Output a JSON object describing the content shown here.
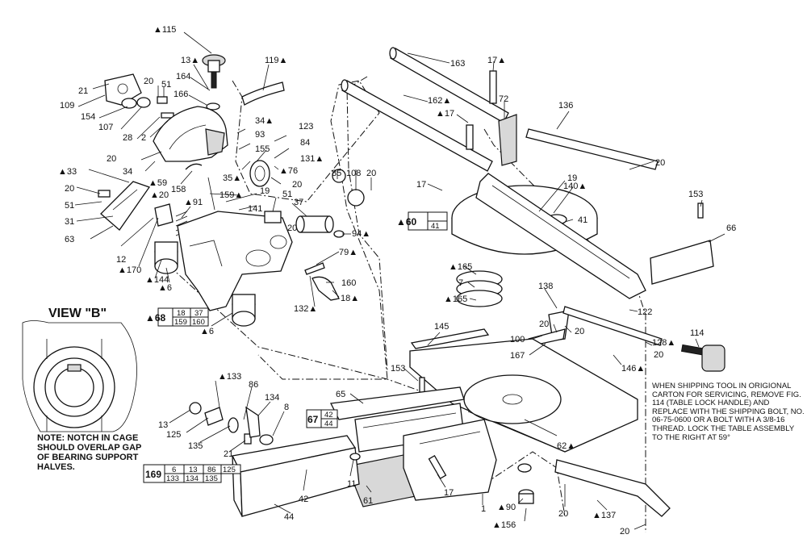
{
  "labels": {
    "l115": "▲115",
    "l13a": "13▲",
    "l164": "164",
    "l166": "166",
    "l21a": "21",
    "l109": "109",
    "l20a": "20",
    "l51a": "51",
    "l154": "154",
    "l107": "107",
    "l28": "28",
    "l2": "2",
    "l20b": "20",
    "l119": "119▲",
    "l34a": "34▲",
    "l93": "93",
    "l123": "123",
    "l84": "84",
    "l155": "155",
    "l131": "131▲",
    "l76": "▲76",
    "l35": "35▲",
    "l20c": "20",
    "l34b": "34",
    "l59": "▲59",
    "l158": "158",
    "l33": "▲33",
    "l20d": "20",
    "l20e": "▲20",
    "l51b": "51",
    "l91": "▲91",
    "l159": "159▲",
    "l19a": "19",
    "l141": "141",
    "l51c": "51",
    "l37": "37",
    "l31": "31",
    "l20f": "20",
    "l63": "63",
    "l85": "85",
    "l108": "108",
    "l20g": "20",
    "l94": "94▲",
    "l12": "12",
    "l170": "▲170",
    "l144": "▲144",
    "l6a": "▲6",
    "l6b": "▲6",
    "l79": "79▲",
    "l160": "160",
    "l132": "132▲",
    "l18": "18▲",
    "l163": "163",
    "l17a": "17▲",
    "l162": "162▲",
    "l72": "72",
    "l17b": "▲17",
    "l136": "136",
    "l20h": "20",
    "l17c": "17",
    "l19b": "19",
    "l140": "140▲",
    "l41": "41",
    "l153a": "153",
    "l66": "66",
    "l165a": "▲165",
    "l7": "7",
    "l165b": "▲165",
    "l138": "138",
    "l122": "122",
    "l20i": "20",
    "l20j": "20",
    "l100": "100",
    "l114": "114",
    "l128": "128▲",
    "l20k": "20",
    "l167": "167",
    "l145": "145",
    "l146": "146▲",
    "l153b": "153",
    "l65": "65",
    "l62": "62▲",
    "l133": "▲133",
    "l86": "86",
    "l134": "134",
    "l13b": "13",
    "l125": "125",
    "l8": "8",
    "l135": "135",
    "l21b": "21",
    "l11": "11",
    "l42": "42",
    "l44": "44",
    "l61": "61",
    "l17d": "17",
    "l1": "1",
    "l90": "▲90",
    "l156": "▲156",
    "l20l": "20",
    "l137": "▲137",
    "l20m": "20"
  },
  "boxes": {
    "b60": {
      "main": "▲60",
      "sub": "41"
    },
    "b68": {
      "main": "▲68",
      "c1": [
        "18",
        "159"
      ],
      "c2": [
        "37",
        "160"
      ]
    },
    "b67": {
      "main": "67",
      "sub1": "42",
      "sub2": "44"
    },
    "b169": {
      "main": "169",
      "row1": [
        "6",
        "13",
        "86",
        "125"
      ],
      "row2": [
        "133",
        "134",
        "135"
      ]
    }
  },
  "view_b": {
    "title": "VIEW \"B\"",
    "note": "NOTE: NOTCH IN CAGE SHOULD OVERLAP GAP OF BEARING SUPPORT HALVES."
  },
  "shipping_note": "WHEN SHIPPING TOOL IN ORIGIONAL CARTON FOR SERVICING, REMOVE FIG. 114 (TABLE LOCK HANDLE) AND REPLACE WITH THE SHIPPING BOLT, NO. 06-75-0600 OR A BOLT WITH A 3/8-16 THREAD. LOCK THE TABLE ASSEMBLY TO THE RIGHT AT 59°"
}
